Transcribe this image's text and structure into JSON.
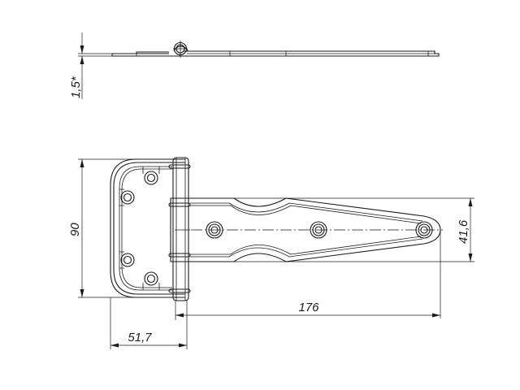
{
  "drawing": {
    "subject": "T-hinge technical drawing",
    "views": [
      "top-view",
      "front-view"
    ],
    "stroke_color": "#1a1a1a",
    "background": "#ffffff"
  },
  "dimensions": {
    "thickness": "1,5*",
    "height": "90",
    "strap_width": "41,6",
    "strap_length": "176",
    "leaf_width": "51,7"
  }
}
